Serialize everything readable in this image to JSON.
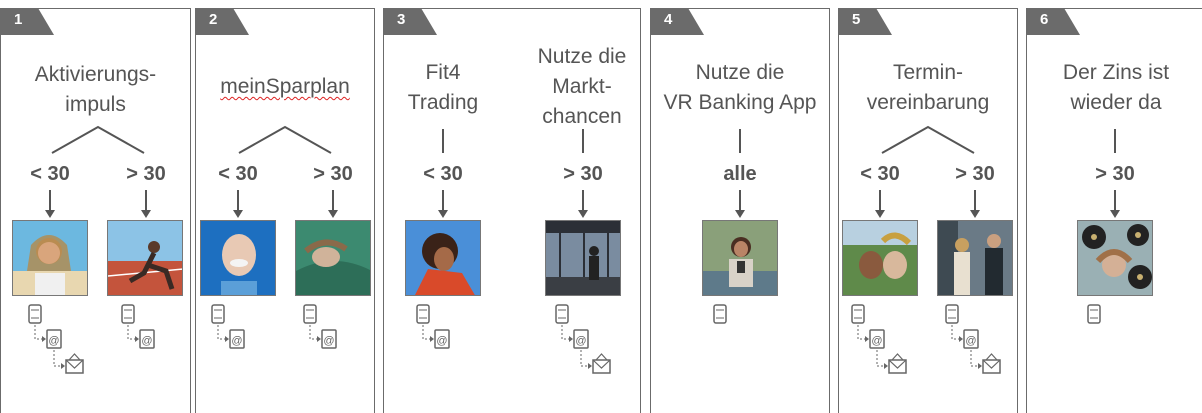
{
  "panels": [
    {
      "number": "1",
      "title_lines": [
        "Aktivierungs-",
        "impuls"
      ],
      "thresholds": [
        "< 30",
        "> 30"
      ]
    },
    {
      "number": "2",
      "title_lines": [
        "meinSparplan"
      ],
      "thresholds": [
        "< 30",
        "> 30"
      ]
    },
    {
      "number": "3",
      "sub": [
        {
          "title_lines": [
            "Fit4",
            "Trading"
          ],
          "threshold": "< 30"
        },
        {
          "title_lines": [
            "Nutze die",
            "Markt-",
            "chancen"
          ],
          "threshold": "> 30"
        }
      ]
    },
    {
      "number": "4",
      "title_lines": [
        "Nutze die",
        "VR Banking App"
      ],
      "threshold": "alle"
    },
    {
      "number": "5",
      "title_lines": [
        "Termin-",
        "vereinbarung"
      ],
      "thresholds": [
        "< 30",
        "> 30"
      ]
    },
    {
      "number": "6",
      "title_lines": [
        "Der Zins ist",
        "wieder da"
      ],
      "threshold": "> 30"
    }
  ],
  "colors": {
    "tab": "#6b6b6b",
    "text": "#555555",
    "border": "#6b6b6b"
  },
  "icons": [
    "phone-icon",
    "at-email-icon",
    "mail-envelope-icon",
    "person-photo"
  ]
}
